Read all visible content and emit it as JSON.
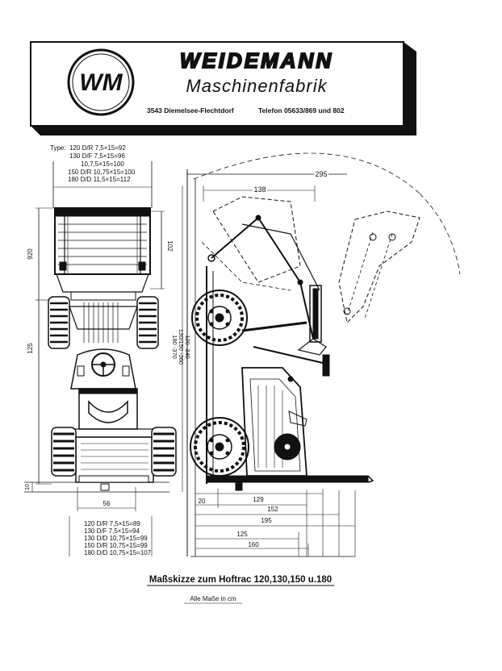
{
  "header": {
    "logo_letters": "WM",
    "company": "WEIDEMANN",
    "subtitle": "Maschinenfabrik",
    "address": "3543 Diemelsee-Flechtdorf",
    "phone": "Telefon 05633/869 und 802"
  },
  "type_block": {
    "label": "Type:",
    "lines": [
      "120 D/R 7,5×15=92",
      "130 D/F 7,5×15=96",
      "10,7,5×15=100",
      "150 D/R 10,75×15=100",
      "180 D/D 11,5×15=112"
    ]
  },
  "dimensions": {
    "d_295": "295",
    "d_138": "138",
    "d_920": "920",
    "d_102": "102",
    "d_125_left": "125",
    "d_10": "10",
    "d_56": "56",
    "vertical_stack": [
      "120 -340",
      "130/150 -360",
      "180 -370"
    ],
    "d_20": "20",
    "d_129": "129",
    "d_152": "152",
    "d_195": "195",
    "d_125_bottom": "125",
    "d_160": "160"
  },
  "bottom_block": {
    "lines": [
      "120 D/R 7,5×15=89",
      "130 D/F 7,5×15=94",
      "130 D/D 10,75×15=99",
      "150 D/R 10,75×15=99",
      "180 D/D 10,75×15=107"
    ]
  },
  "caption": {
    "title": "Maßskizze zum Hoftrac 120,130,150 u.180",
    "note": "Alle Maße in cm"
  }
}
